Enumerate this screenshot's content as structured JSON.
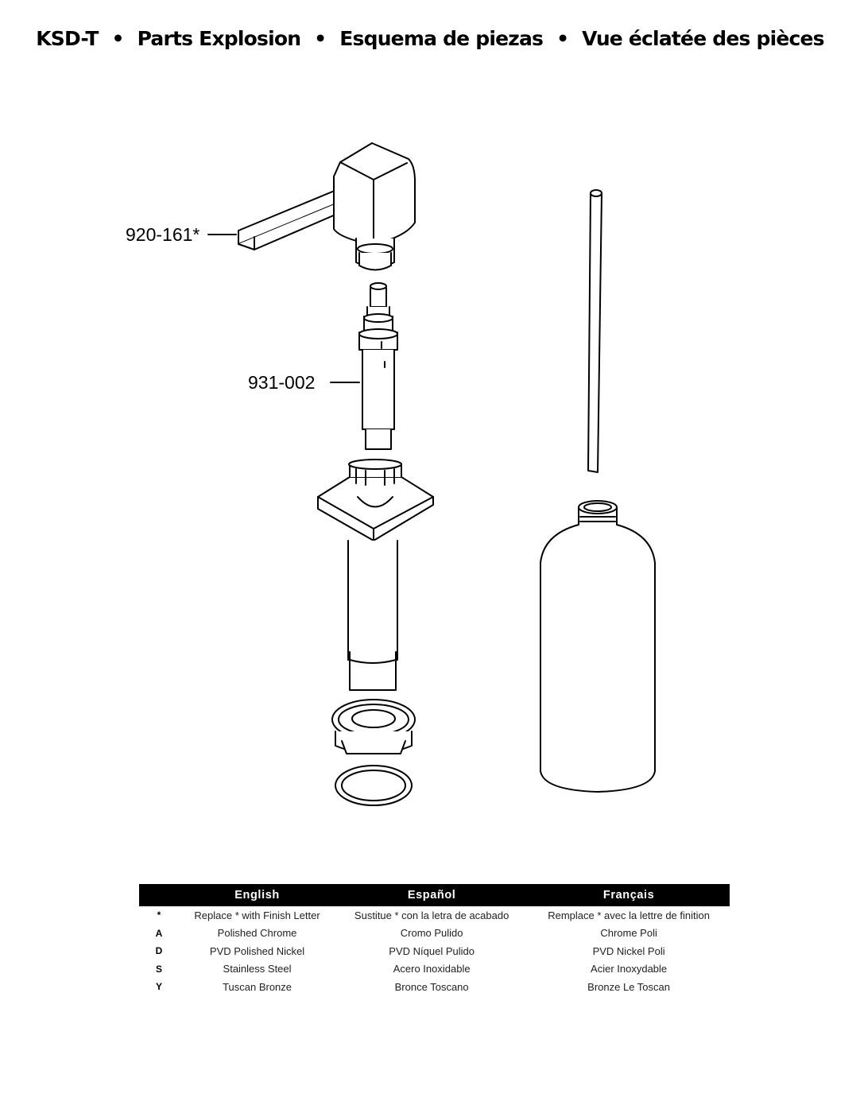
{
  "header": {
    "model": "KSD-T",
    "separator": "•",
    "titles": [
      "Parts Explosion",
      "Esquema de piezas",
      "Vue éclatée des pièces"
    ]
  },
  "callouts": [
    {
      "part_number": "920-161*"
    },
    {
      "part_number": "931-002"
    }
  ],
  "legend": {
    "columns": [
      "English",
      "Español",
      "Français"
    ],
    "rows": [
      {
        "code": "*",
        "en": "Replace * with Finish Letter",
        "es": "Sustitue * con la letra de acabado",
        "fr": "Remplace * avec la lettre de finition"
      },
      {
        "code": "A",
        "en": "Polished Chrome",
        "es": "Cromo Pulido",
        "fr": "Chrome Poli"
      },
      {
        "code": "D",
        "en": "PVD Polished Nickel",
        "es": "PVD Níquel Pulido",
        "fr": "PVD Nickel Poli"
      },
      {
        "code": "S",
        "en": "Stainless Steel",
        "es": "Acero Inoxidable",
        "fr": "Acier Inoxydable"
      },
      {
        "code": "Y",
        "en": "Tuscan Bronze",
        "es": "Bronce Toscano",
        "fr": "Bronze Le Toscan"
      }
    ]
  }
}
